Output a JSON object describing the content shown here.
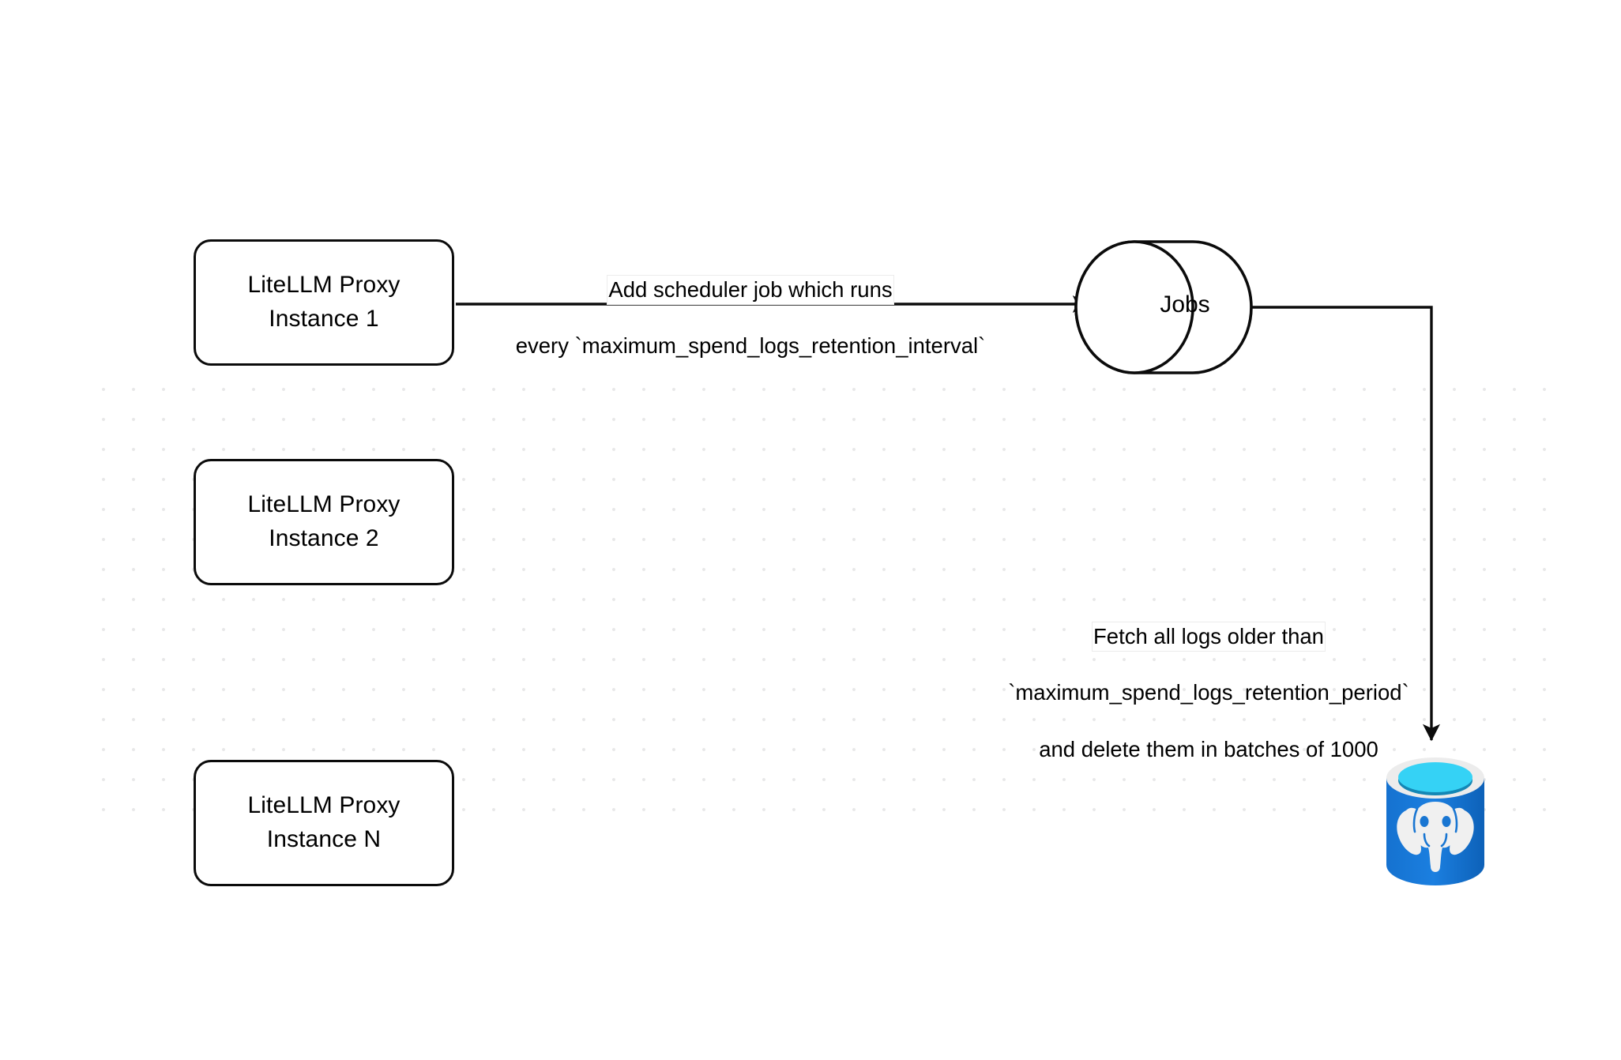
{
  "diagram": {
    "title": "LiteLLM spend logs retention scheduler flow",
    "background_color": "#ffffff",
    "grid_dot_color": "#e8e8e9",
    "stroke_color": "#0b0b0b"
  },
  "nodes": {
    "proxy_1": {
      "label": "LiteLLM Proxy\nInstance 1",
      "shape": "rounded-rectangle"
    },
    "proxy_2": {
      "label": "LiteLLM Proxy\nInstance 2",
      "shape": "rounded-rectangle"
    },
    "proxy_3": {
      "label": "LiteLLM Proxy\nInstance N",
      "shape": "rounded-rectangle"
    },
    "jobs": {
      "label": "Jobs",
      "shape": "horizontal-cylinder"
    },
    "database": {
      "label": "",
      "shape": "postgresql-cylinder",
      "colors": {
        "body": "#1976d2",
        "body_dark": "#0d65bd",
        "rim": "#ececec",
        "liquid": "#35d2f5",
        "liquid_shadow": "#1487b5",
        "elephant": "#f0f0f0"
      }
    }
  },
  "edges": {
    "scheduler": {
      "line_1": "Add scheduler job which runs",
      "line_2": "every `maximum_spend_logs_retention_interval`",
      "from": "proxy_1",
      "to": "jobs",
      "arrow": "right"
    },
    "retention": {
      "line_1": "Fetch all logs older than",
      "line_2": "`maximum_spend_logs_retention_period`",
      "line_3": "and delete them in batches of 1000",
      "from": "jobs",
      "to": "database",
      "arrow": "down"
    }
  }
}
